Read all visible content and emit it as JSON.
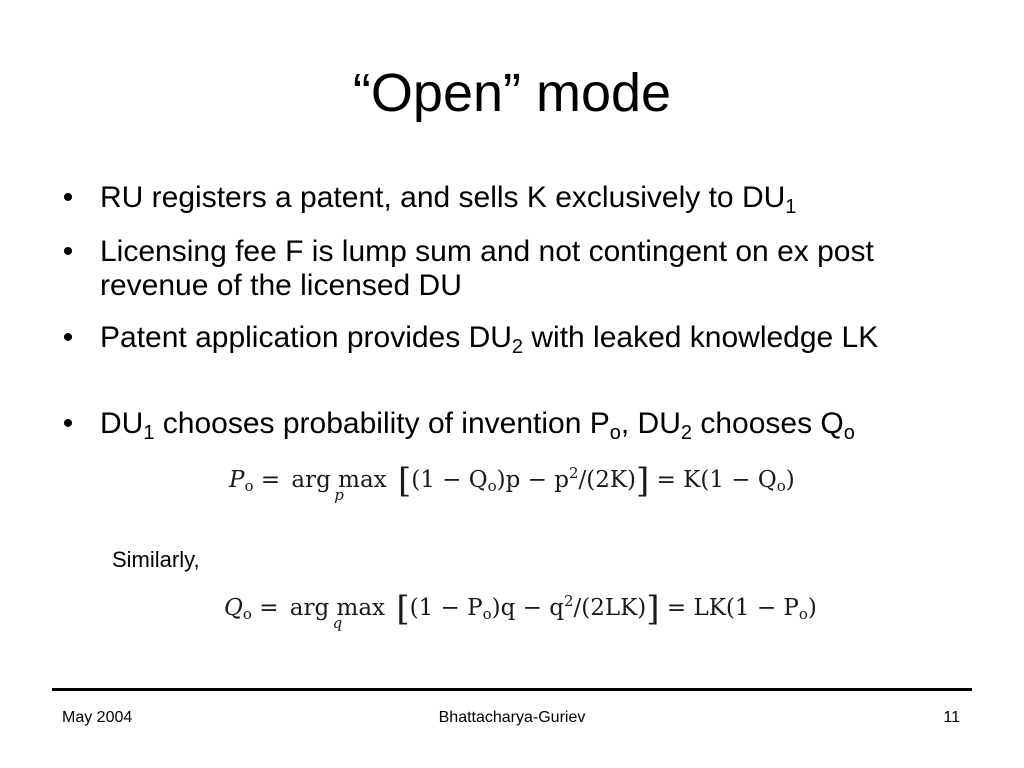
{
  "slide": {
    "title": "“Open” mode"
  },
  "bullets": [
    {
      "marker": "•",
      "text_a": "RU registers a patent, and sells K exclusively to DU",
      "sub_a": "1"
    },
    {
      "marker": "•",
      "text_a": "Licensing fee F is lump sum and not contingent on ex post revenue of the licensed DU"
    },
    {
      "marker": "•",
      "text_a": "Patent application provides DU",
      "sub_a": "2",
      "text_b": " with leaked knowledge LK"
    },
    {
      "marker": "•",
      "text_a": "DU",
      "sub_a": "1",
      "text_b": " chooses probability of invention P",
      "sub_b": "o",
      "text_c": ", DU",
      "sub_c": "2",
      "text_d": " chooses Q",
      "sub_d": "o"
    }
  ],
  "equation_1": {
    "lhs": "P",
    "lhs_sub": "o",
    "eq": "=",
    "op": "arg max",
    "op_under": "p",
    "open_bracket": "[",
    "body_a": "(1 − Q",
    "body_a_sub": "o",
    "body_b": ")p − p",
    "body_b_sup": "2",
    "body_c": "/(2K)",
    "close_bracket": "]",
    "rhs": "= K(1 − Q",
    "rhs_sub": "o",
    "rhs_end": ")"
  },
  "similarly": "Similarly,",
  "equation_2": {
    "lhs": "Q",
    "lhs_sub": "o",
    "eq": "=",
    "op": "arg max",
    "op_under": "q",
    "open_bracket": "[",
    "body_a": "(1 − P",
    "body_a_sub": "o",
    "body_b": ")q − q",
    "body_b_sup": "2",
    "body_c": "/(2LK)",
    "close_bracket": "]",
    "rhs": "= LK(1 − P",
    "rhs_sub": "o",
    "rhs_end": ")"
  },
  "footer": {
    "date": "May 2004",
    "authors": "Bhattacharya-Guriev",
    "page_number": "11"
  }
}
